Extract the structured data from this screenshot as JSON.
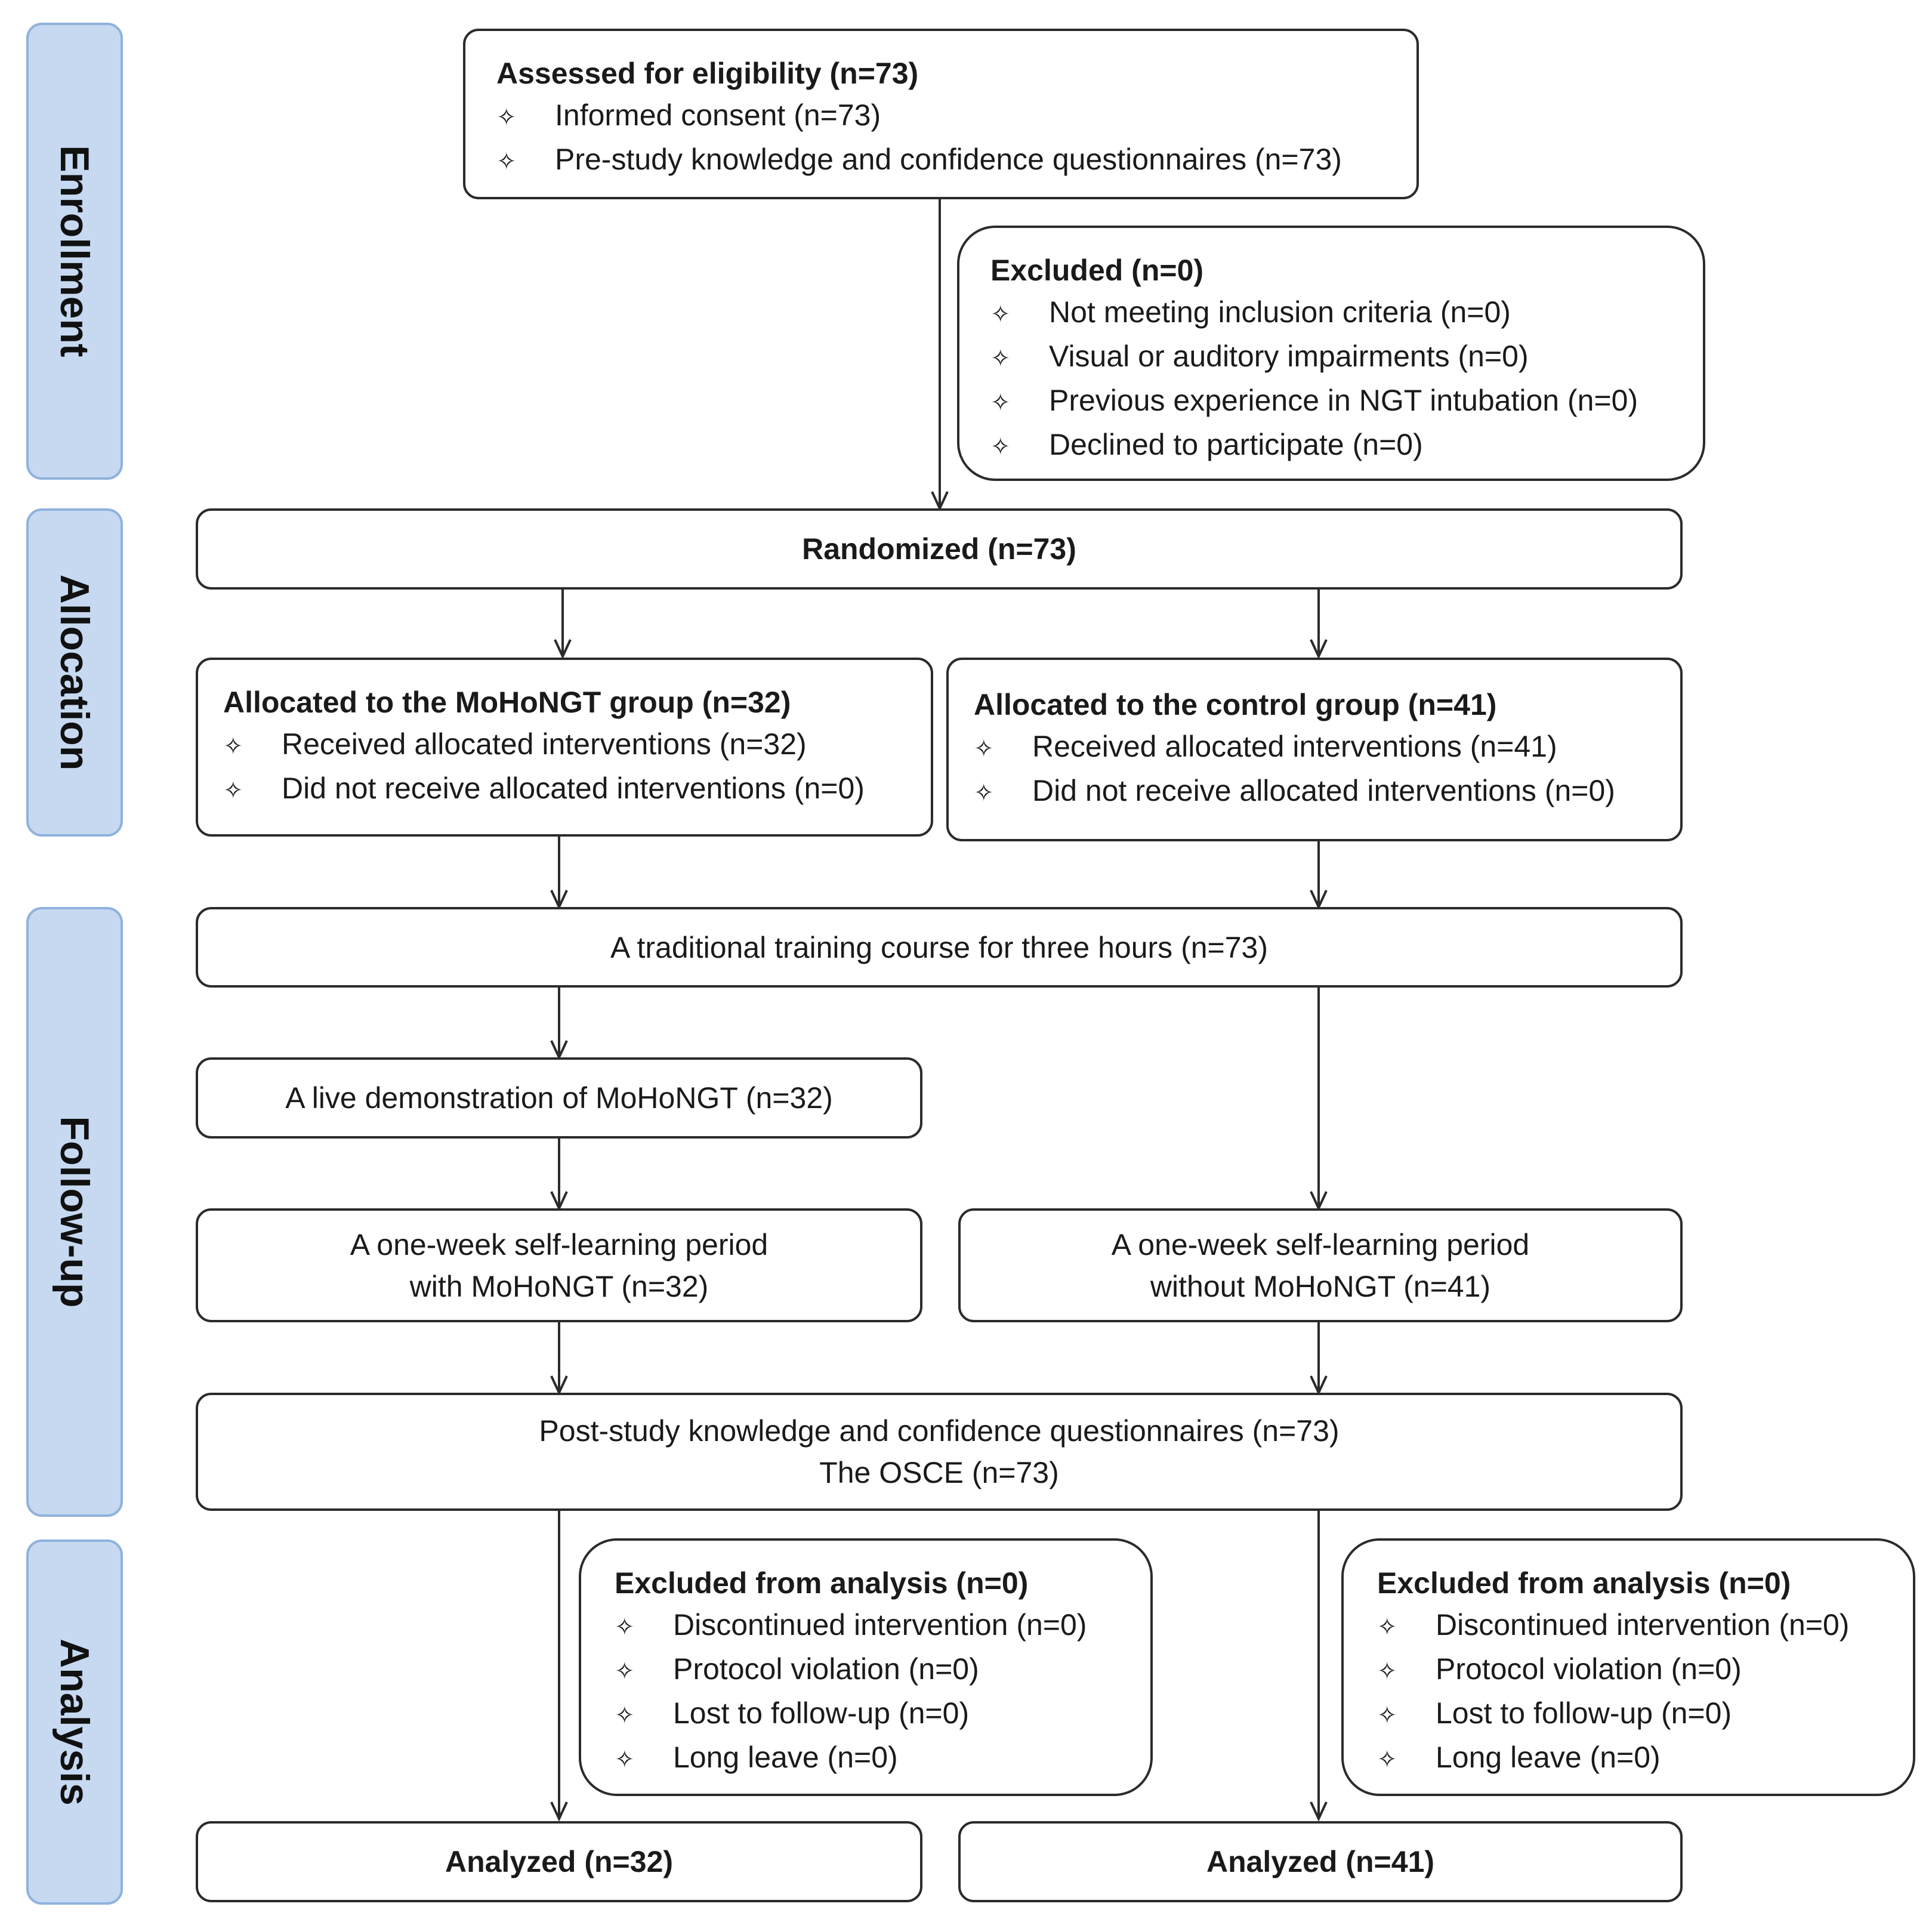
{
  "stages": {
    "enrollment": "Enrollment",
    "allocation": "Allocation",
    "follow_up": "Follow-up",
    "analysis": "Analysis"
  },
  "assessed": {
    "title": "Assessed for eligibility (n=73)",
    "items": [
      "Informed consent (n=73)",
      "Pre-study knowledge and confidence questionnaires (n=73)"
    ]
  },
  "excluded": {
    "title": "Excluded (n=0)",
    "items": [
      "Not meeting inclusion criteria (n=0)",
      "Visual or auditory impairments (n=0)",
      "Previous experience in NGT intubation (n=0)",
      "Declined to participate (n=0)"
    ]
  },
  "randomized": "Randomized (n=73)",
  "alloc_mohongt": {
    "title": "Allocated to the MoHoNGT group (n=32)",
    "items": [
      "Received allocated interventions (n=32)",
      "Did not receive allocated interventions (n=0)"
    ]
  },
  "alloc_control": {
    "title": "Allocated to the control group (n=41)",
    "items": [
      "Received allocated interventions (n=41)",
      "Did not receive allocated interventions (n=0)"
    ]
  },
  "training": "A traditional training course for three hours (n=73)",
  "live_demo": "A live demonstration of MoHoNGT (n=32)",
  "self_learning_mohongt": {
    "line1": "A one-week self-learning period",
    "line2": "with MoHoNGT (n=32)"
  },
  "self_learning_control": {
    "line1": "A one-week self-learning period",
    "line2": "without MoHoNGT (n=41)"
  },
  "post_study": {
    "line1": "Post-study knowledge and confidence questionnaires (n=73)",
    "line2": "The OSCE (n=73)"
  },
  "excl_analysis_left": {
    "title": "Excluded from analysis (n=0)",
    "items": [
      "Discontinued intervention (n=0)",
      "Protocol violation (n=0)",
      "Lost to follow-up (n=0)",
      "Long leave (n=0)"
    ]
  },
  "excl_analysis_right": {
    "title": "Excluded from analysis (n=0)",
    "items": [
      "Discontinued intervention (n=0)",
      "Protocol violation (n=0)",
      "Lost to follow-up (n=0)",
      "Long leave (n=0)"
    ]
  },
  "analyzed_left": "Analyzed (n=32)",
  "analyzed_right": "Analyzed (n=41)",
  "bullet_icon": "four-point-star-outline-icon",
  "colors": {
    "stage_fill": "#c6d9f1",
    "stage_border": "#8fb2dd",
    "box_border": "#2b2b2b"
  }
}
